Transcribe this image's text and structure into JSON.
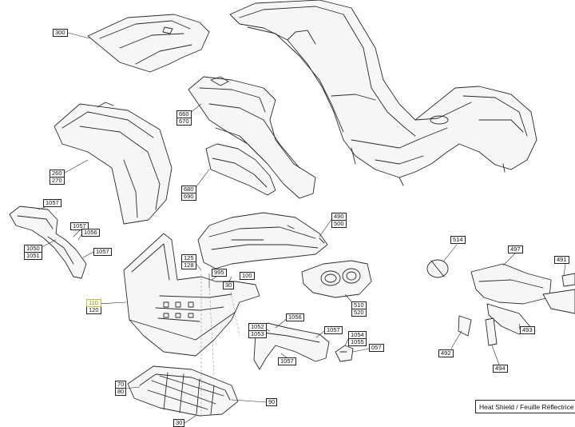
{
  "callouts": {
    "c300": "300",
    "c660": "660",
    "c670": "670",
    "c260": "260",
    "c270": "270",
    "c680": "680",
    "c690": "690",
    "c1057a": "1057",
    "c1057b": "1057",
    "c1056": "1056",
    "c1050": "1050",
    "c1051": "1051",
    "c1057c": "1057",
    "c125": "125",
    "c128": "128",
    "c995": "995",
    "c100": "100",
    "c30a": "30",
    "c110": "110",
    "c120": "120",
    "c490": "490",
    "c500": "500",
    "c510": "510",
    "c520": "520",
    "c1056b": "1056",
    "c1052": "1052",
    "c1053": "1053",
    "c1057d": "1057",
    "c1054": "1054",
    "c1055": "1055",
    "c057": "057",
    "c1057e": "1057",
    "c70": "70",
    "c80": "80",
    "c90": "90",
    "c30b": "30",
    "c514": "514",
    "c497": "497",
    "c491": "491",
    "c492": "492",
    "c493": "493",
    "c494": "494"
  },
  "footer": {
    "label": "Heat Shield / Feuille Réflectrice"
  }
}
